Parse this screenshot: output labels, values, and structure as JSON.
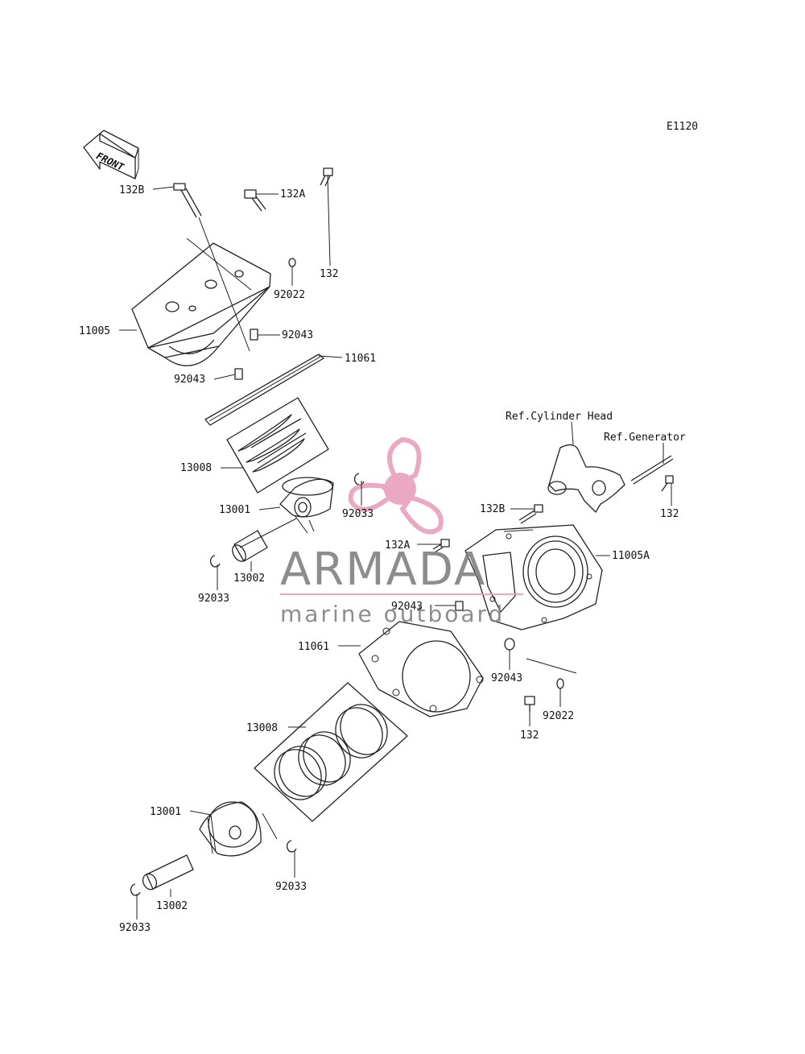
{
  "diagram_code": "E1120",
  "front_arrow_label": "FRONT",
  "watermark": {
    "brand": "ARMADA",
    "tagline": "marine outboard",
    "brand_color": "#7a7a7a",
    "accent_color": "#e89ab8"
  },
  "references": {
    "cylinder_head": "Ref.Cylinder Head",
    "generator": "Ref.Generator"
  },
  "labels": {
    "top_132B": "132B",
    "top_132A": "132A",
    "top_132": "132",
    "top_92022": "92022",
    "top_11005": "11005",
    "top_92043_a": "92043",
    "top_11061": "11061",
    "top_92043_b": "92043",
    "top_13008": "13008",
    "top_13001": "13001",
    "top_92033_a": "92033",
    "top_13002": "13002",
    "top_92033_b": "92033",
    "right_132B": "132B",
    "right_132": "132",
    "right_132A": "132A",
    "right_11005A": "11005A",
    "right_92043_a": "92043",
    "right_11061": "11061",
    "right_92043_b": "92043",
    "right_92022": "92022",
    "right_132_b": "132",
    "bot_13008": "13008",
    "bot_13001": "13001",
    "bot_92033_a": "92033",
    "bot_13002": "13002",
    "bot_92033_b": "92033"
  }
}
